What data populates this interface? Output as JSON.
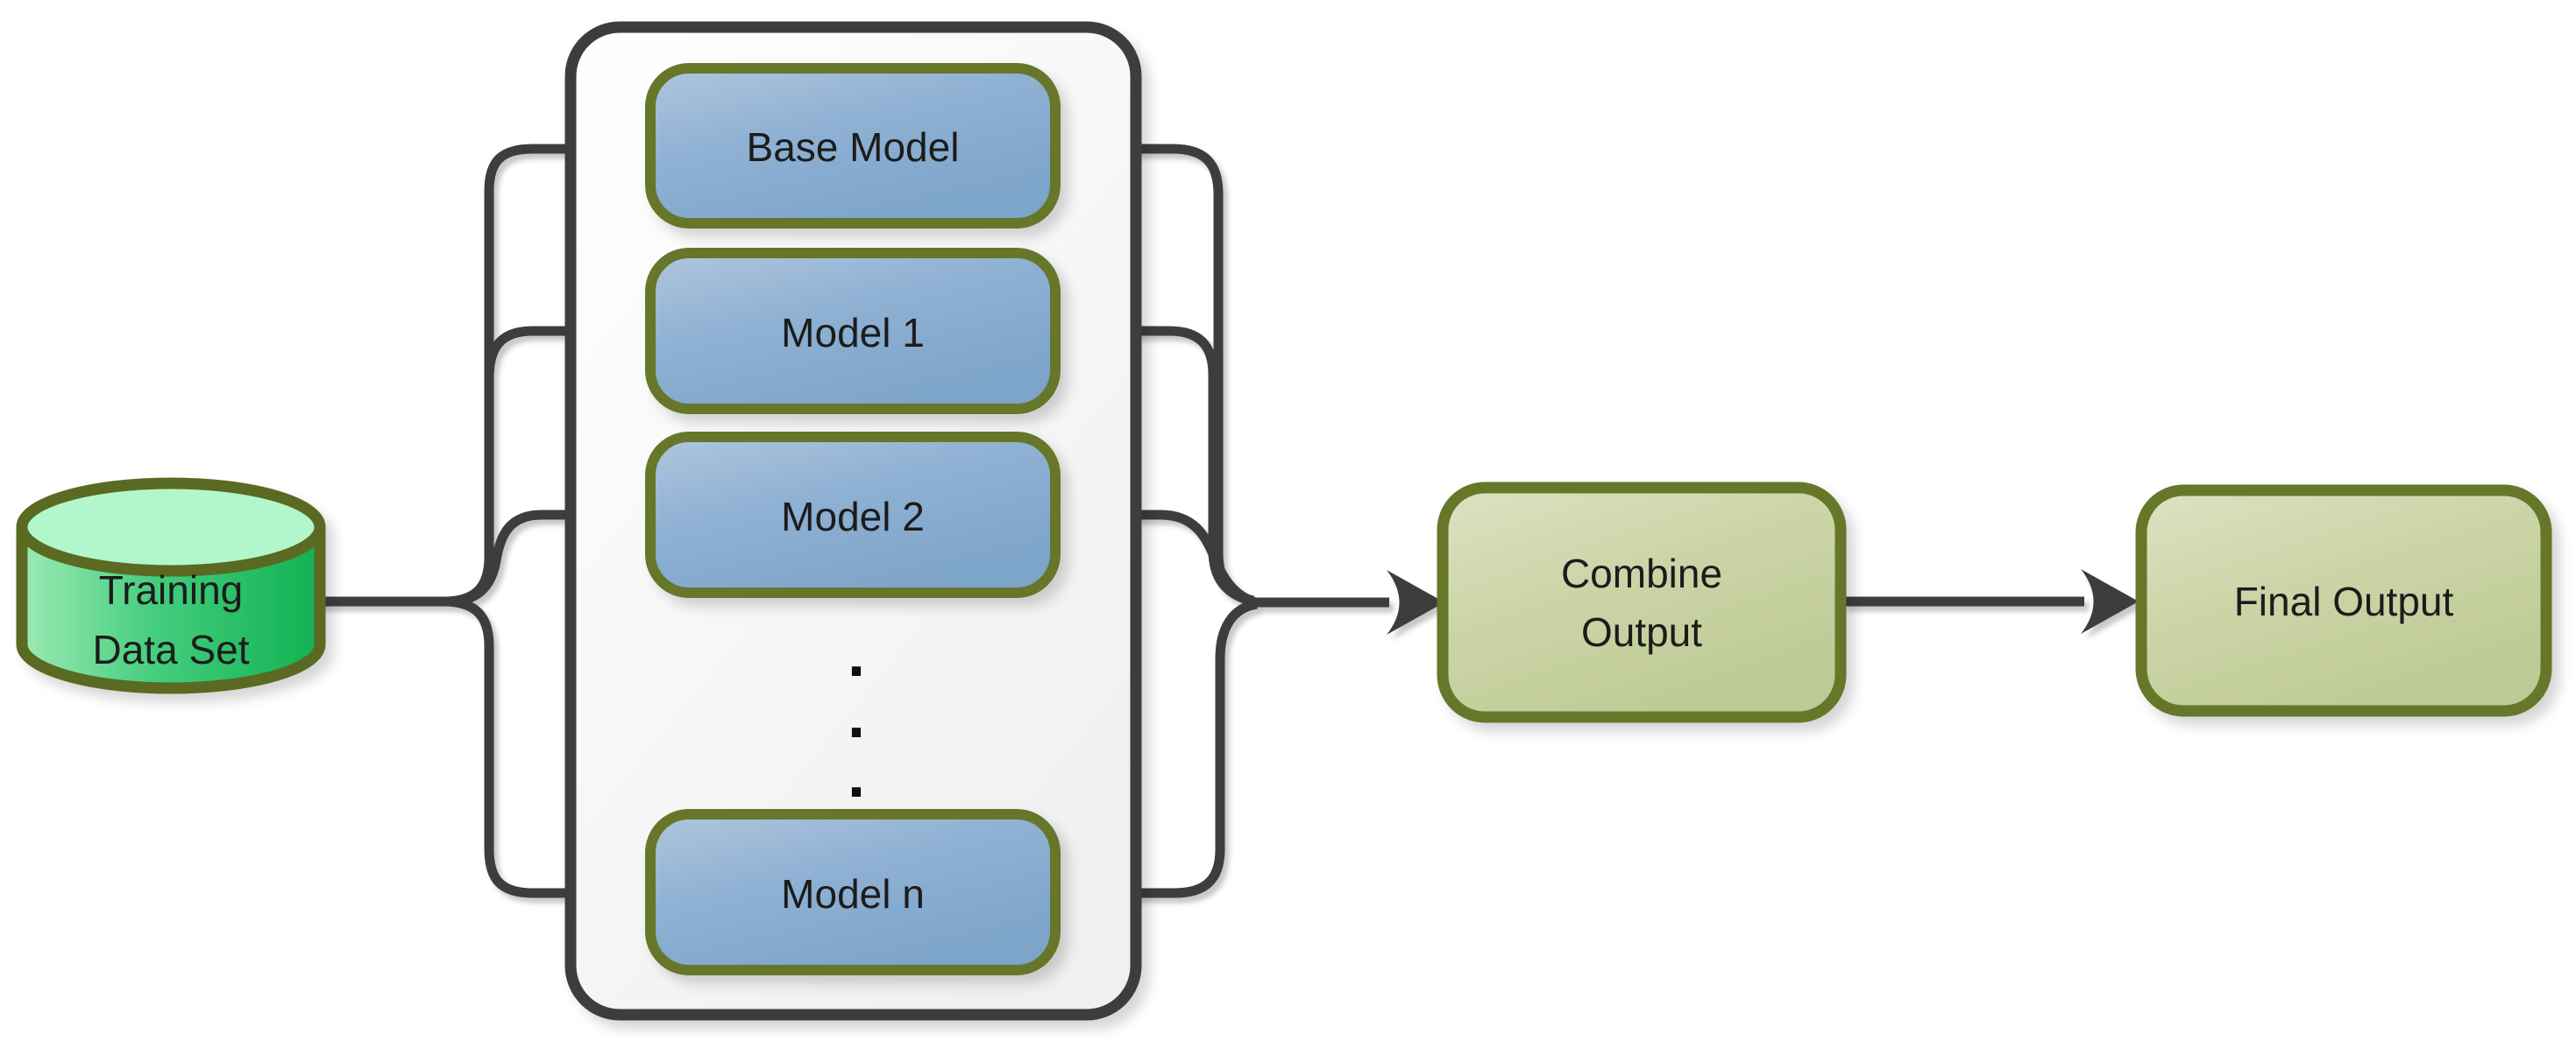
{
  "page": {
    "title": "Ensemble learning flow diagram",
    "background": "#ffffff"
  },
  "colors": {
    "connector": "#3e3e3e",
    "container_border": "#3e3e3e",
    "container_fill": "#f7f7f7",
    "olive_border": "#66772c",
    "cylinder_border": "#5a6b22",
    "blue_fill": "#8fb1d3",
    "sage_fill": "#c9d3a4",
    "cylinder_green": "#2fbf6b",
    "cylinder_top": "#b2f7cb",
    "text": "#1c1c1c"
  },
  "diagram": {
    "training_data": {
      "line1": "Training",
      "line2": "Data Set"
    },
    "models_group": {
      "base_model": "Base Model",
      "model_1": "Model 1",
      "model_2": "Model 2",
      "model_n": "Model n",
      "ellipsis": [
        ".",
        ".",
        "."
      ]
    },
    "combine_output": {
      "line1": "Combine",
      "line2": "Output"
    },
    "final_output": {
      "label": "Final Output"
    }
  }
}
